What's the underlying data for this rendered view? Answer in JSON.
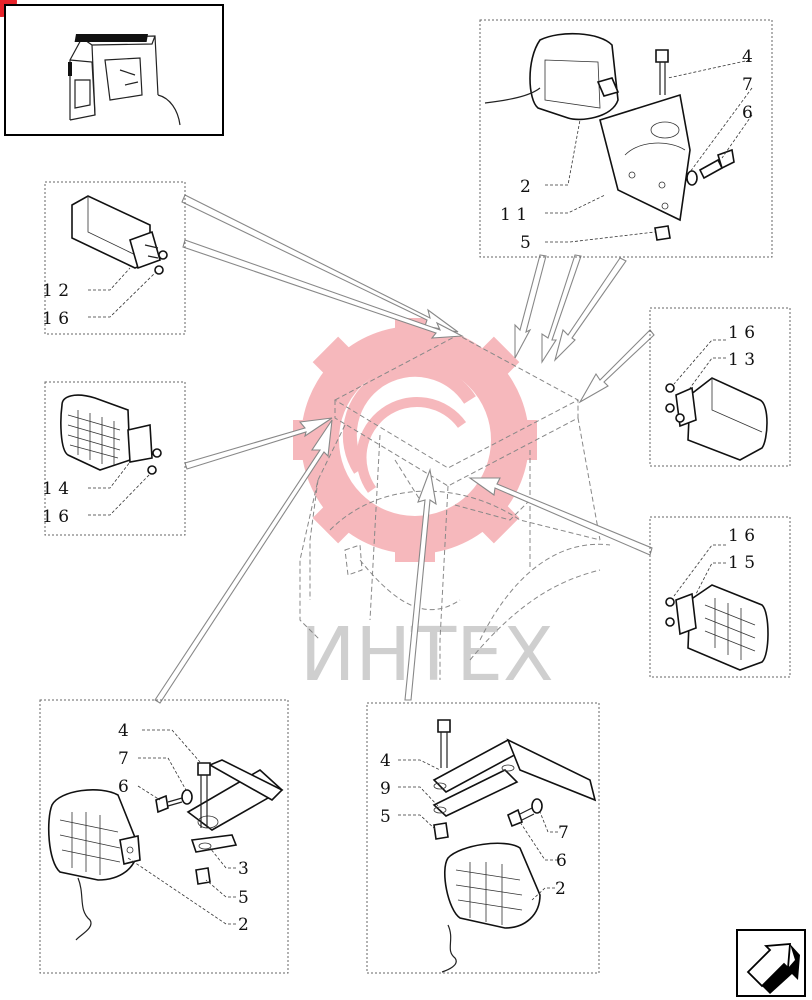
{
  "watermark": {
    "text": "ИНТЕХ",
    "color": "#f07f86"
  },
  "callouts": {
    "top_right": [
      "4",
      "7",
      "6",
      "2",
      "1 1",
      "5"
    ],
    "left_upper": [
      "1 2",
      "1 6"
    ],
    "left_middle": [
      "1 4",
      "1 6"
    ],
    "right_upper": [
      "1 6",
      "1 3"
    ],
    "right_lower": [
      "1 6",
      "1 5"
    ],
    "bottom_left": [
      "4",
      "7",
      "6",
      "3",
      "5",
      "2"
    ],
    "bottom_center": [
      "4",
      "9",
      "5",
      "7",
      "6",
      "2"
    ]
  },
  "icons": {
    "thumbnail": "cab-thumbnail-icon",
    "nav": "next-page-arrow-icon",
    "corner": "red-corner-badge"
  }
}
